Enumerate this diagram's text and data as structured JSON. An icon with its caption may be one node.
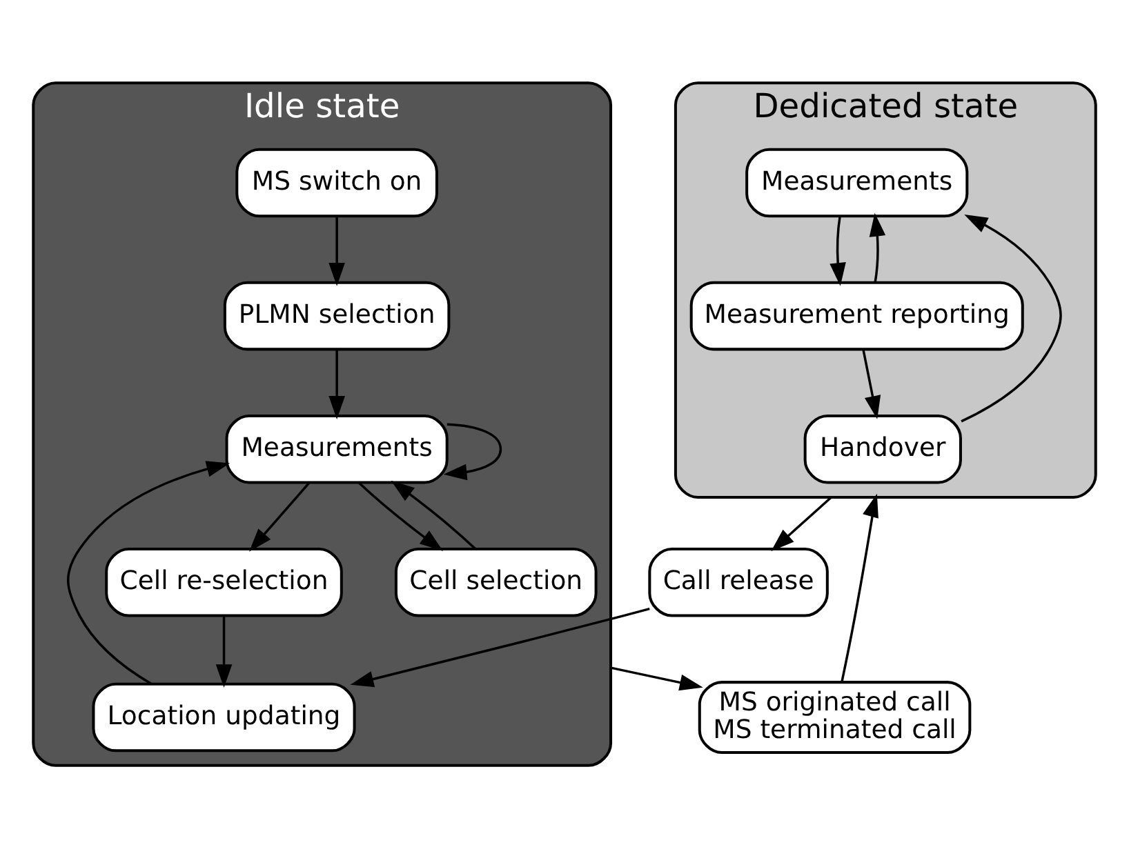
{
  "diagram": {
    "nodes": [
      {
        "text": [
          "Idle state"
        ]
      },
      {
        "text": [
          "MS switch on"
        ],
        "in": 0
      },
      {
        "text": [
          "Measurements"
        ],
        "in": 0
      },
      {
        "text": [
          "Cell selection"
        ],
        "in": 0
      },
      {
        "text": [
          "Location updating"
        ],
        "in": 0
      },
      {
        "text": [
          "PLMN selection"
        ],
        "in": 0
      },
      {
        "text": [
          "Cell re-selection"
        ],
        "in": 0
      },
      {
        "text": [
          "MS originated call",
          "MS terminated call"
        ]
      },
      {
        "text": [
          "Call release"
        ]
      },
      {
        "text": [
          "Dedicated state"
        ]
      },
      {
        "text": [
          "Measurements"
        ],
        "in": 9
      },
      {
        "text": [
          "Measurement reporting"
        ],
        "in": 9
      },
      {
        "text": [
          "Handover"
        ],
        "in": 9
      }
    ],
    "edges": [
      {
        "from": 1,
        "to": 5,
        "arrow": "to"
      },
      {
        "from": 5,
        "to": 2,
        "arrow": "to"
      },
      {
        "from": 2,
        "to": 3,
        "arrow": "to"
      },
      {
        "from": 3,
        "to": 2,
        "arrow": "to"
      },
      {
        "from": 2,
        "to": 2,
        "arrow": "to"
      },
      {
        "from": 2,
        "to": 6,
        "arrow": "to"
      },
      {
        "from": 6,
        "to": 4,
        "arrow": "to"
      },
      {
        "from": 4,
        "to": 2,
        "arrow": "to"
      },
      {
        "from": 0,
        "to": 7,
        "arrow": "to"
      },
      {
        "from": 7,
        "to": 9,
        "arrow": "to"
      },
      {
        "from": 9,
        "to": 8,
        "arrow": "to"
      },
      {
        "from": 8,
        "to": 4,
        "arrow": "to"
      },
      {
        "from": 10,
        "to": 11,
        "arrow": "to"
      },
      {
        "from": 11,
        "to": 10,
        "arrow": "to"
      },
      {
        "from": 11,
        "to": 12,
        "arrow": "to"
      },
      {
        "from": 12,
        "to": 10,
        "arrow": "to"
      }
    ]
  }
}
